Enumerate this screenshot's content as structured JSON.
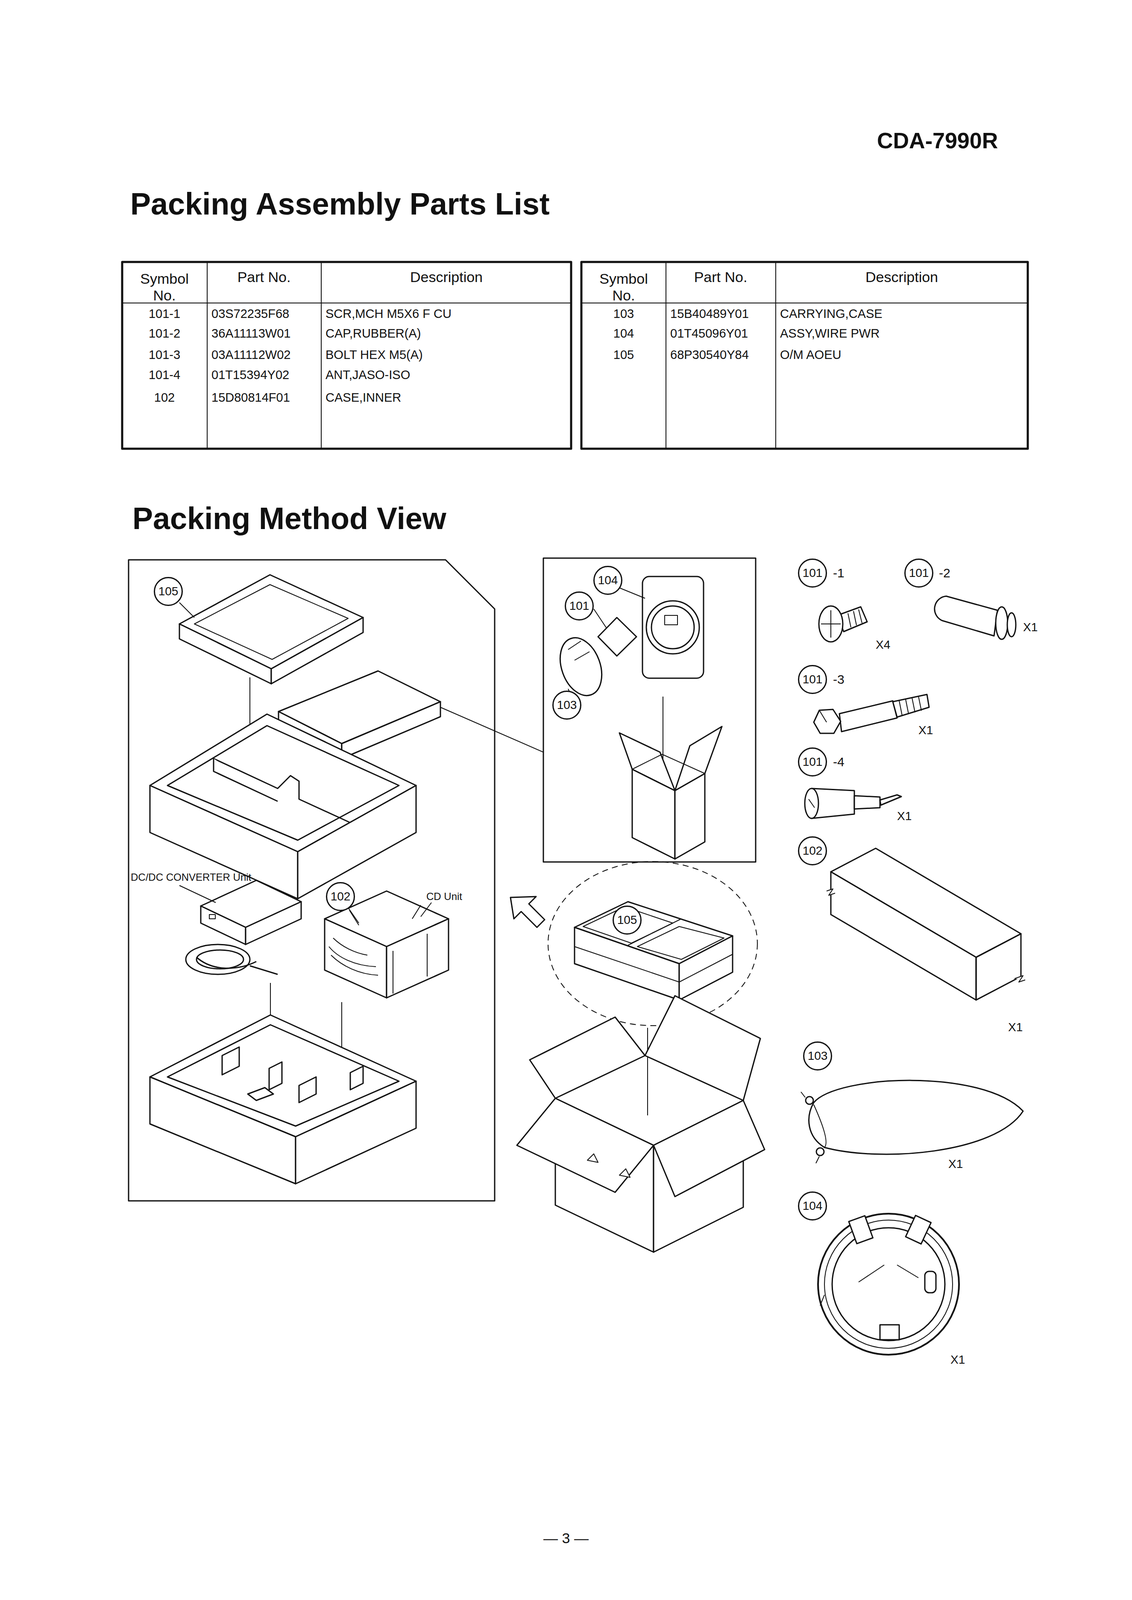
{
  "diagram": {
    "title": "Packing Assembly Parts List",
    "nodes": [
      {
        "text": [
          "105"
        ]
      },
      {
        "text": [
          "102"
        ]
      },
      {
        "text": [
          "104"
        ]
      },
      {
        "text": [
          "101"
        ]
      },
      {
        "text": [
          "103"
        ]
      },
      {
        "text": [
          "105"
        ]
      },
      {
        "text": [
          "101"
        ]
      },
      {
        "text": [
          "101"
        ]
      },
      {
        "text": [
          "101"
        ]
      },
      {
        "text": [
          "101"
        ]
      },
      {
        "text": [
          "102"
        ]
      },
      {
        "text": [
          "103"
        ]
      },
      {
        "text": [
          "104"
        ]
      }
    ],
    "labels": [
      "CDA-7990R",
      "Packing Method View",
      "Symbol No.",
      "Part No.",
      "Description",
      "101-1",
      "03S72235F68",
      "SCR,MCH M5X6 F CU",
      "101-2",
      "36A11113W01",
      "CAP,RUBBER(A)",
      "101-3",
      "03A11112W02",
      "BOLT HEX M5(A)",
      "101-4",
      "01T15394Y02",
      "ANT,JASO-ISO",
      "102",
      "15D80814F01",
      "CASE,INNER",
      "Symbol No.",
      "Part No.",
      "Description",
      "103",
      "15B40489Y01",
      "CARRYING,CASE",
      "104",
      "01T45096Y01",
      "ASSY,WIRE PWR",
      "105",
      "68P30540Y84",
      "O/M AOEU",
      "DC/DC CONVERTER Unit",
      "CD Unit",
      "-1",
      "-2",
      "-3",
      "-4",
      "X4",
      "X1",
      "X1",
      "X1",
      "X1",
      "X1",
      "X1",
      "— 3 —"
    ]
  }
}
